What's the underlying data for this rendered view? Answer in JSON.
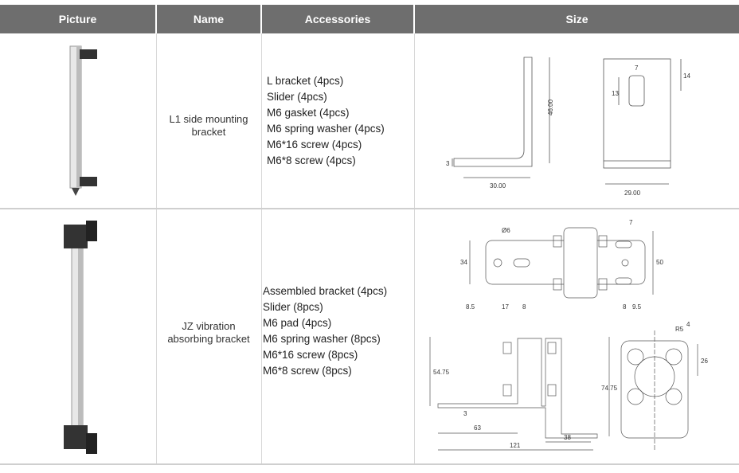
{
  "header": {
    "picture": "Picture",
    "name": "Name",
    "accessories": "Accessories",
    "size": "Size"
  },
  "rows": [
    {
      "name_line1": "L1 side mounting",
      "name_line2": "bracket",
      "accessories": [
        "L bracket (4pcs)",
        "Slider (4pcs)",
        "M6 gasket (4pcs)",
        "M6 spring washer (4pcs)",
        "M6*16 screw (4pcs)",
        "M6*8 screw (4pcs)"
      ],
      "dims": {
        "height": "46.00",
        "width": "30.00",
        "thickness": "3",
        "slot_w": "7",
        "slot_h": "13",
        "slot_top": "14",
        "plate_w": "29.00"
      }
    },
    {
      "name_line1": "JZ vibration",
      "name_line2": "absorbing bracket",
      "accessories": [
        "Assembled bracket (4pcs)",
        "Slider (8pcs)",
        "M6 pad (4pcs)",
        "M6 spring washer (8pcs)",
        "M6*16 screw (8pcs)",
        "M6*8 screw (8pcs)"
      ],
      "dims": {
        "a": "8.5",
        "b": "17",
        "c": "8",
        "d": "34",
        "e": "50",
        "f": "8",
        "g": "9.5",
        "h": "7",
        "i": "Ø6",
        "j": "54.75",
        "k": "63",
        "l": "121",
        "m": "38",
        "n": "3",
        "o": "74.75",
        "p": "26",
        "q": "R5",
        "r": "4"
      }
    }
  ]
}
